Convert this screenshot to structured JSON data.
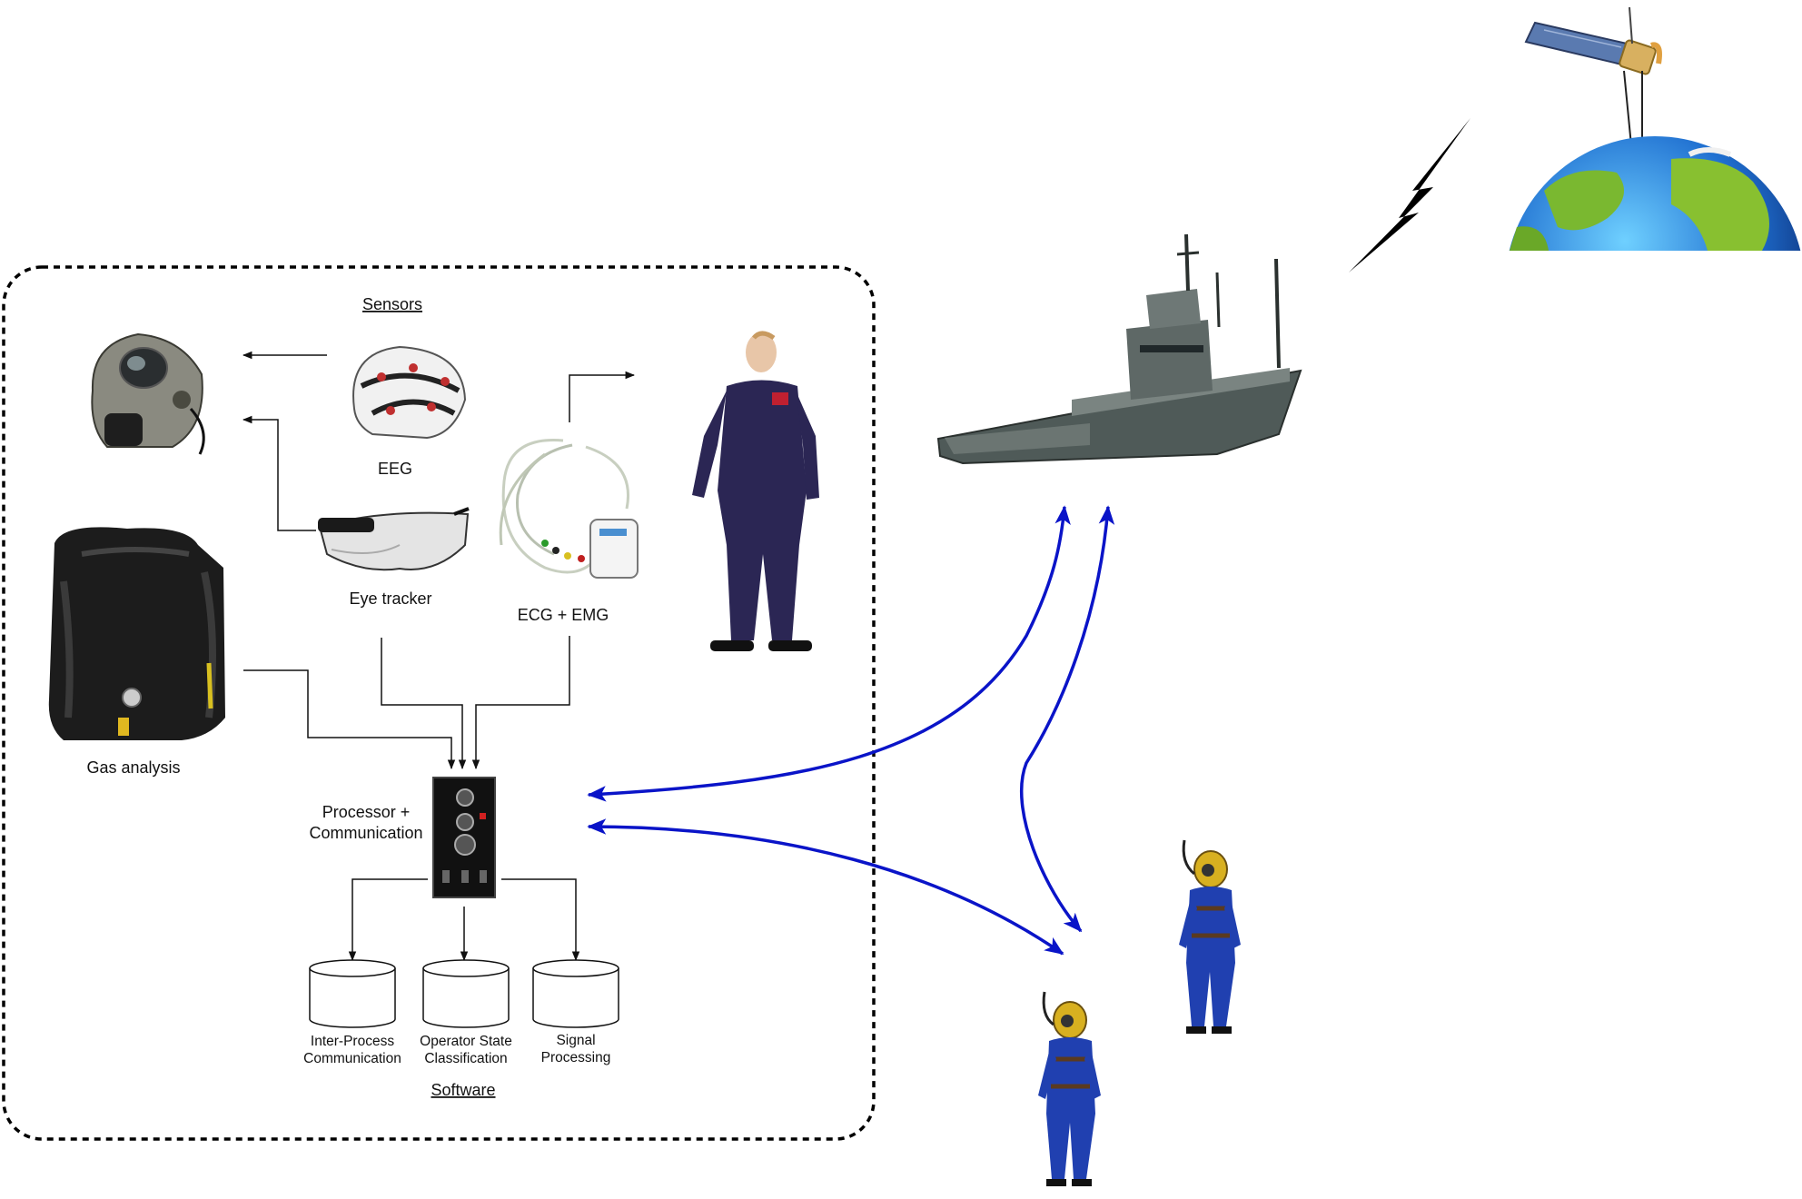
{
  "sensors_heading": "Sensors",
  "software_heading": "Software",
  "labels": {
    "eeg": "EEG",
    "eye_tracker": "Eye tracker",
    "ecg_emg": "ECG + EMG",
    "gas_analysis": "Gas analysis",
    "processor_line1": "Processor +",
    "processor_line2": "Communication"
  },
  "software_modules": [
    {
      "line1": "Inter-Process",
      "line2": "Communication"
    },
    {
      "line1": "Operator State",
      "line2": "Classification"
    },
    {
      "line1": "Signal",
      "line2": "Processing"
    }
  ],
  "colors": {
    "link_arrows": "#0a14c8",
    "connector_lines": "#111111",
    "frame_dashes": "#000000"
  },
  "icons": [
    "diving-helmet-icon",
    "eeg-headset-icon",
    "eye-tracker-icon",
    "ecg-device-icon",
    "drysuit-diver-icon",
    "rebreather-icon",
    "processor-unit-icon",
    "ship-icon",
    "satellite-icon",
    "lightning-icon",
    "earth-globe-icon",
    "diver-icon"
  ]
}
